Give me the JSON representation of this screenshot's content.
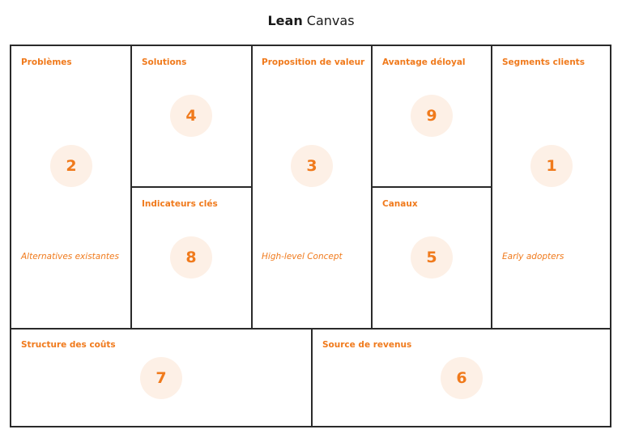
{
  "title": {
    "bold": "Lean",
    "rest": "Canvas"
  },
  "blocks": {
    "problemes": {
      "label": "Problèmes",
      "number": "2",
      "sub": "Alternatives existantes"
    },
    "solutions": {
      "label": "Solutions",
      "number": "4"
    },
    "indicateurs": {
      "label": "Indicateurs clés",
      "number": "8"
    },
    "proposition": {
      "label": "Proposition de valeur",
      "number": "3",
      "sub": "High-level Concept"
    },
    "avantage": {
      "label": "Avantage déloyal",
      "number": "9"
    },
    "canaux": {
      "label": "Canaux",
      "number": "5"
    },
    "segments": {
      "label": "Segments clients",
      "number": "1",
      "sub": "Early adopters"
    },
    "couts": {
      "label": "Structure des coûts",
      "number": "7"
    },
    "revenus": {
      "label": "Source de revenus",
      "number": "6"
    }
  },
  "colors": {
    "accent": "#f07a1c",
    "circle_bg": "#fdf0e6",
    "border": "#2a2a2a"
  }
}
